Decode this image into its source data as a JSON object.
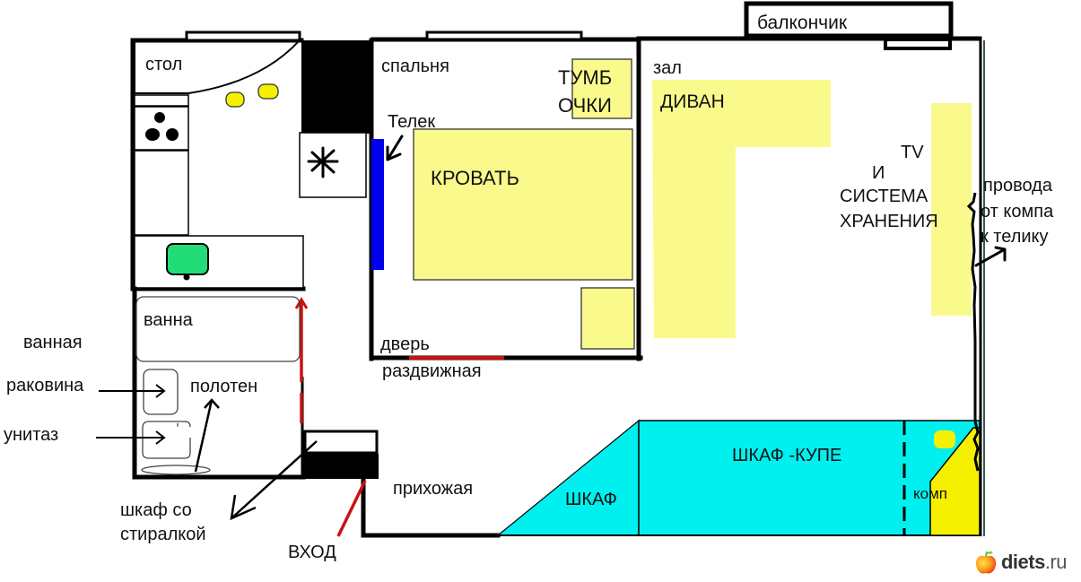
{
  "title": "План квартиры",
  "colors": {
    "wall": "#000000",
    "furniture_yellow": "#fafa8c",
    "comp_yellow": "#f5f000",
    "wardrobe_cyan": "#00f0f0",
    "tv_blue": "#0000ee",
    "sink_green": "#22dd77",
    "door_red": "#cc1111",
    "stove_black": "#000000"
  },
  "rooms": {
    "kitchen": {
      "table_label": "стол"
    },
    "bedroom": {
      "label": "спальня",
      "tv_label": "Телек",
      "nightstand_label_line1": "ТУМБ",
      "nightstand_label_line2": "ОЧКИ",
      "bed_label": "КРОВАТЬ",
      "door_label_line1": "дверь",
      "door_label_line2": "раздвижная"
    },
    "living_room": {
      "label": "зал",
      "sofa_label": "ДИВАН",
      "tv_storage_line1": "TV",
      "tv_storage_line2": "И",
      "tv_storage_line3": "СИСТЕМА",
      "tv_storage_line4": "ХРАНЕНИЯ",
      "cables_line1": "провода",
      "cables_line2": "от компа",
      "cables_line3": "к телику"
    },
    "balcony": {
      "label": "балкончик"
    },
    "bathroom": {
      "label": "ванная",
      "bathtub_label": "ванна",
      "sink_label": "раковина",
      "toilet_label": "унитаз",
      "towel_label": "полотен"
    },
    "hallway": {
      "label": "прихожая",
      "closet_washer_line1": "шкаф со",
      "closet_washer_line2": "стиралкой",
      "entrance_label": "ВХОД"
    },
    "wardrobe": {
      "closet_label": "ШКАФ",
      "sliding_wardrobe_label": "ШКАФ -КУПЕ",
      "computer_label": "комп"
    }
  },
  "watermark": {
    "brand": "diets",
    "tld": ".ru"
  }
}
